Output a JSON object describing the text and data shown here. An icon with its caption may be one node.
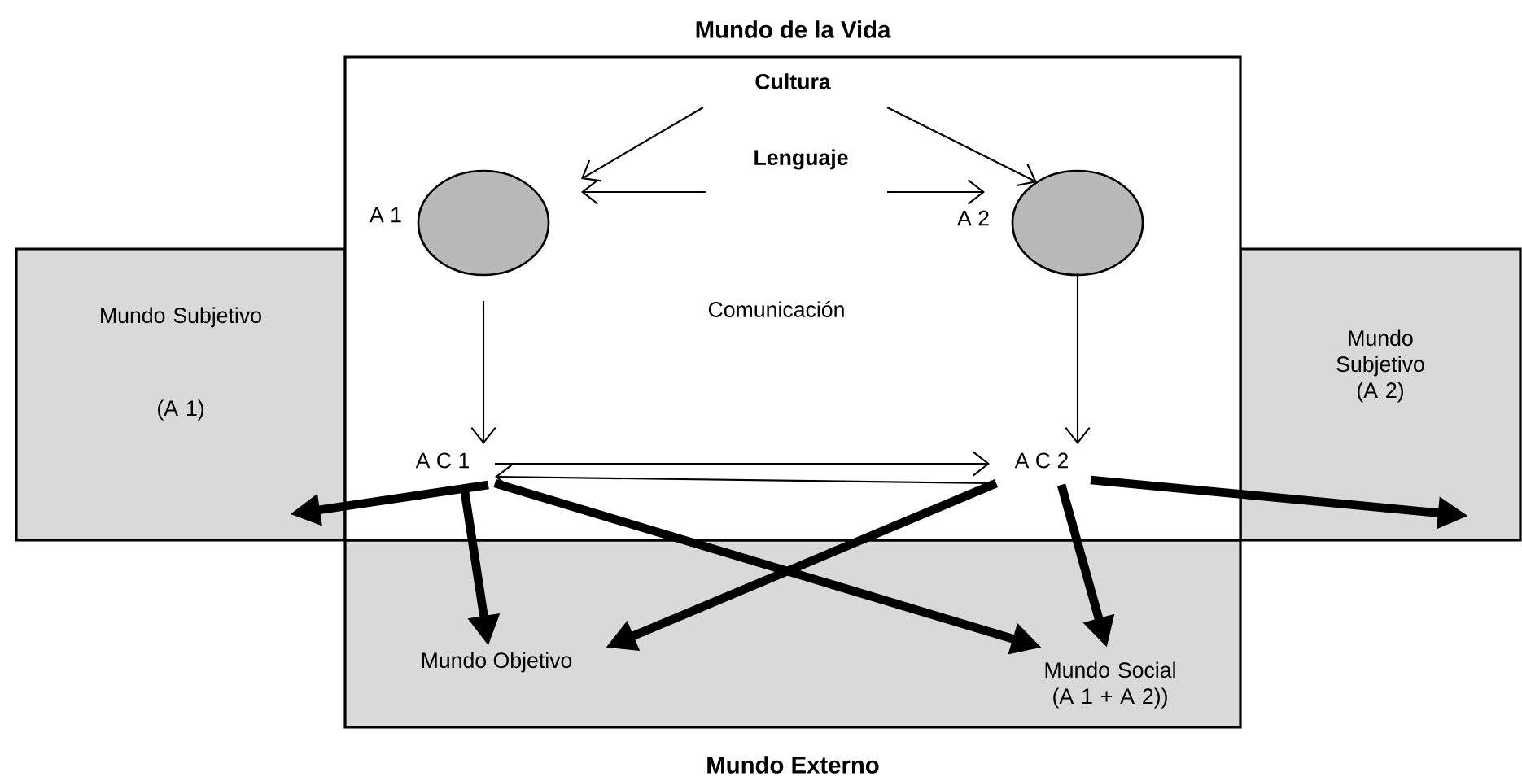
{
  "diagram": {
    "nodes": [
      {
        "text": [
          "Mundo de la Vida"
        ]
      },
      {
        "text": [
          "Cultura"
        ],
        "in": 0
      },
      {
        "text": [
          "Lenguaje"
        ],
        "in": 0
      },
      {
        "text": [],
        "shape": "circle",
        "beside": [
          "A 1"
        ],
        "in": 0
      },
      {
        "text": [],
        "shape": "circle",
        "beside": [
          "A 2"
        ],
        "in": 0
      },
      {
        "text": [
          "A C 1"
        ],
        "in": 0
      },
      {
        "text": [
          "A C 2"
        ],
        "in": 0
      },
      {
        "text": [
          "Mundo Subjetivo",
          "(A 1)"
        ]
      },
      {
        "text": [
          "Mundo Subjetivo (A 2)"
        ]
      },
      {
        "text": [
          "Mundo Externo"
        ]
      },
      {
        "text": [
          "Mundo Objetivo"
        ],
        "in": 9
      },
      {
        "text": [
          "Mundo Social (A 1 + A 2))"
        ],
        "in": 9
      }
    ],
    "edges": [
      {
        "from": 1,
        "to": 3,
        "arrow": "to"
      },
      {
        "from": 2,
        "to": 3,
        "arrow": "to"
      },
      {
        "from": 1,
        "to": 4,
        "arrow": "to"
      },
      {
        "from": 2,
        "to": 4,
        "arrow": "to"
      },
      {
        "from": 3,
        "to": 5,
        "arrow": "to"
      },
      {
        "from": 4,
        "to": 6,
        "arrow": "to"
      },
      {
        "from": 5,
        "to": 6,
        "arrow": "to"
      },
      {
        "from": 6,
        "to": 5,
        "arrow": "to"
      },
      {
        "from": 5,
        "to": 7,
        "arrow": "to",
        "style": "thick"
      },
      {
        "from": 5,
        "to": 10,
        "arrow": "to",
        "style": "thick"
      },
      {
        "from": 5,
        "to": 11,
        "arrow": "to",
        "style": "thick"
      },
      {
        "from": 6,
        "to": 10,
        "arrow": "to",
        "style": "thick"
      },
      {
        "from": 6,
        "to": 11,
        "arrow": "to",
        "style": "thick"
      },
      {
        "from": 6,
        "to": 8,
        "arrow": "to",
        "style": "thick"
      }
    ],
    "labels": [
      "Comunicación"
    ]
  }
}
